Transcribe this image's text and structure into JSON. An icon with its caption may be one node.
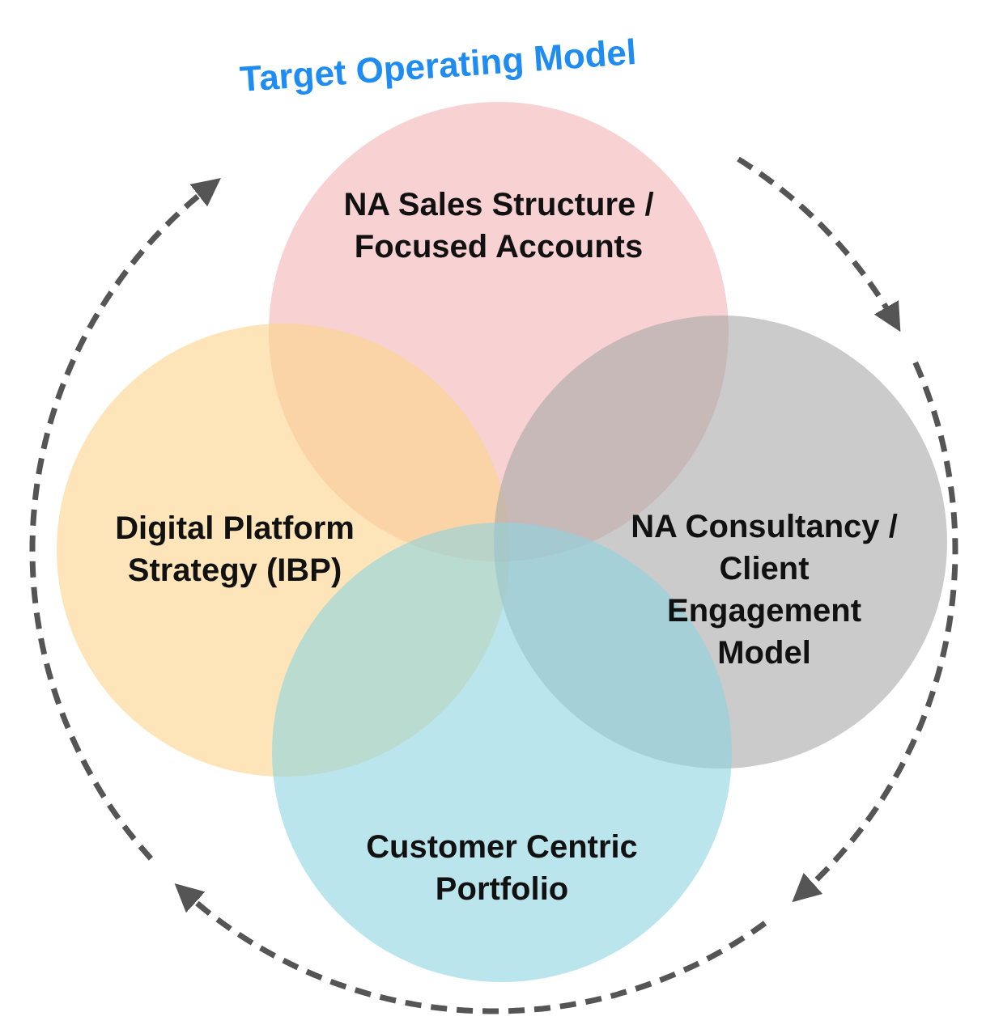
{
  "diagram": {
    "title": "Target Operating Model",
    "nodes": [
      {
        "text": [
          "NA Sales Structure / Focused Accounts"
        ]
      },
      {
        "text": [
          "Digital Platform Strategy (IBP)"
        ]
      },
      {
        "text": [
          "NA Consultancy / Client Engagement Model"
        ]
      },
      {
        "text": [
          "Customer Centric Portfolio"
        ]
      }
    ]
  }
}
